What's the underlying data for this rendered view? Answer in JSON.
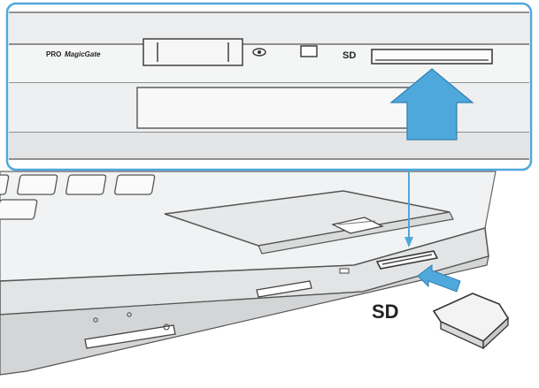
{
  "front_panel": {
    "pro_label": "PRO",
    "magicgate_label": "MagicGate",
    "slot_label": "SD"
  },
  "laptop": {
    "card_label": "SD"
  },
  "colors": {
    "accent": "#4fa8dc",
    "outline": "#555555",
    "body": "#e9ebec"
  }
}
